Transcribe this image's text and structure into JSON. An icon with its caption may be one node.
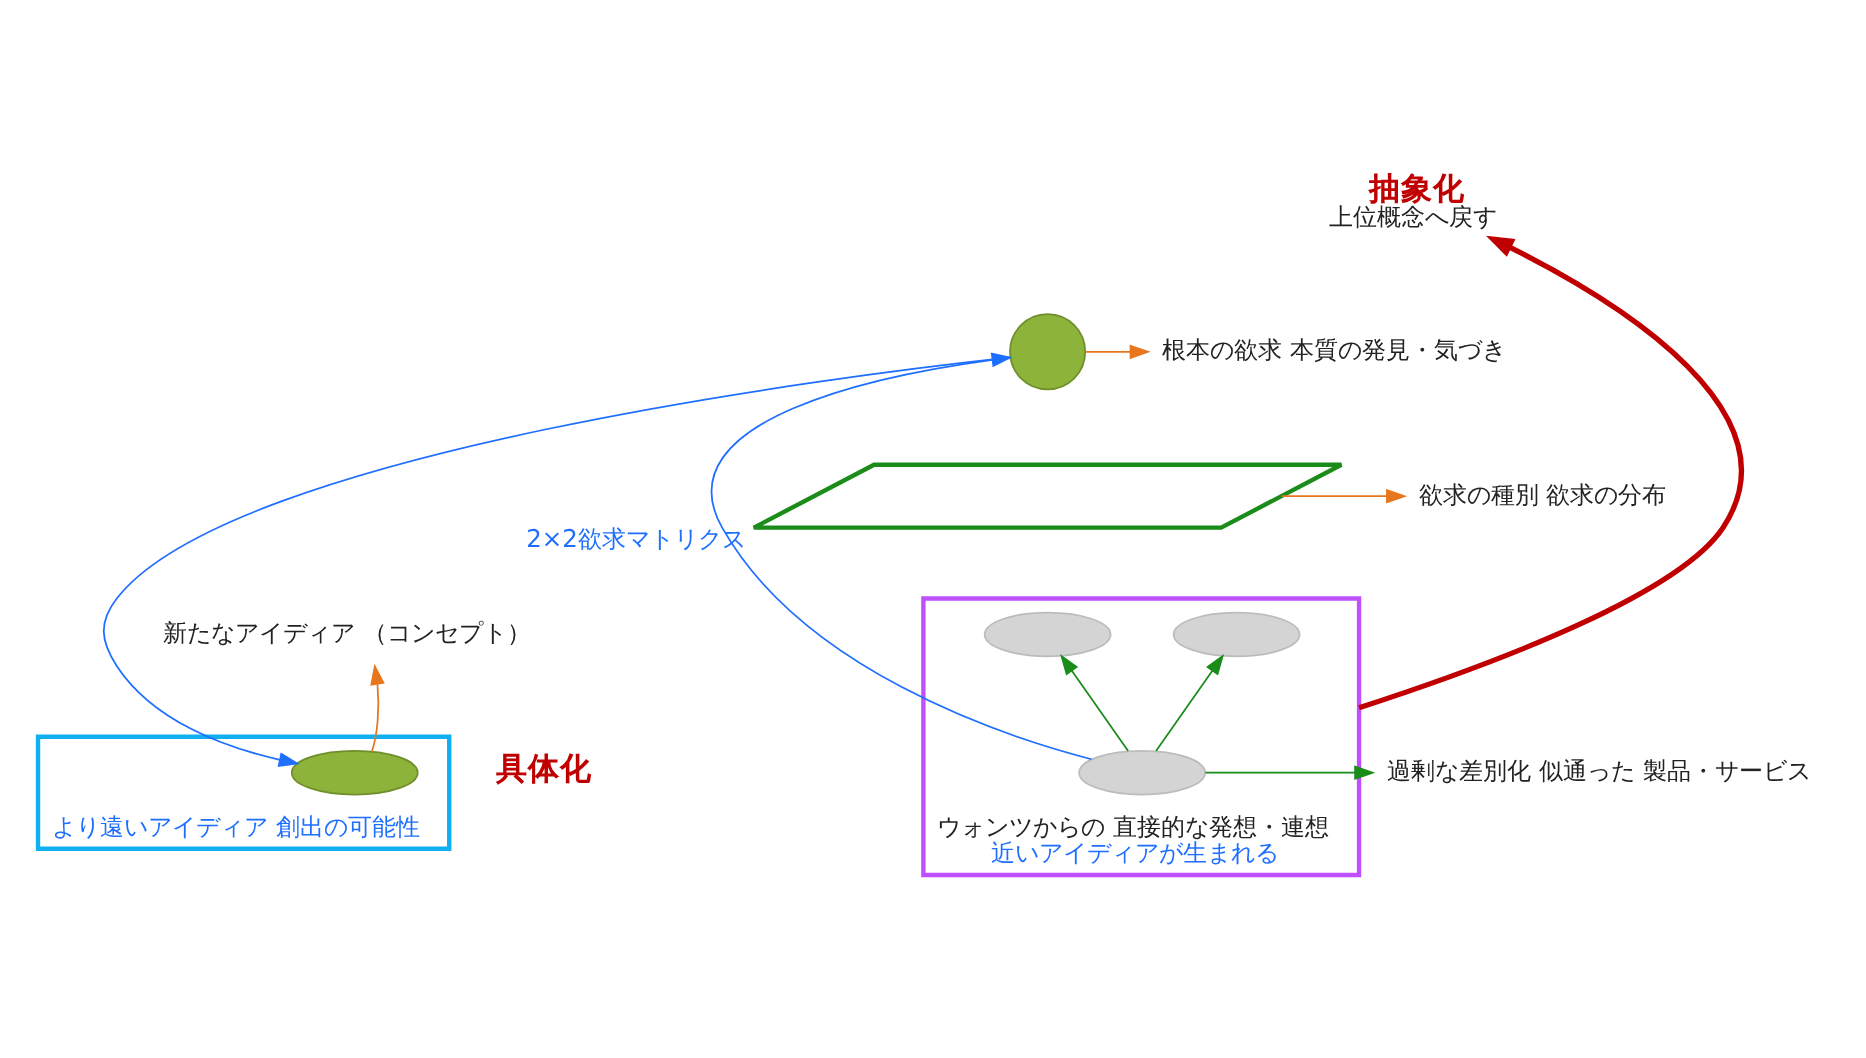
{
  "diagram": {
    "nodes": [
      {
        "text": [
          "抽象化",
          "上位概念へ戻す"
        ]
      },
      {
        "text": [],
        "shape": "circle"
      },
      {
        "text": [
          "根本の欲求 本質の発見・気づき"
        ]
      },
      {
        "text": [],
        "shape": "box",
        "beside": [
          "2×2欲求マトリクス"
        ]
      },
      {
        "text": [
          "欲求の種別 欲求の分布"
        ]
      },
      {
        "text": [],
        "shape": "box",
        "beside": [
          "ウォンツからの 直接的な発想・連想",
          "近いアイディアが生まれる"
        ]
      },
      {
        "text": [],
        "shape": "ellipse",
        "in": 5
      },
      {
        "text": [],
        "shape": "ellipse",
        "in": 5
      },
      {
        "text": [],
        "shape": "ellipse",
        "in": 5
      },
      {
        "text": [
          "過剰な差別化 似通った 製品・サービス"
        ]
      },
      {
        "text": [],
        "shape": "box",
        "beside": [
          "より遠いアイディア 創出の可能性"
        ]
      },
      {
        "text": [],
        "shape": "ellipse",
        "in": 10
      },
      {
        "text": [
          "新たなアイディア （コンセプト）"
        ]
      }
    ],
    "edges": [
      {
        "from": 5,
        "to": 0,
        "arrow": "to",
        "style": "thick",
        "color": "#c00000"
      },
      {
        "from": 6,
        "to": 1,
        "arrow": "to",
        "color": "#1f6fff"
      },
      {
        "from": 1,
        "to": 11,
        "arrow": "to",
        "color": "#1f6fff"
      },
      {
        "from": 1,
        "to": 2,
        "arrow": "to",
        "color": "#e8761c"
      },
      {
        "from": 3,
        "to": 4,
        "arrow": "to",
        "color": "#e8761c"
      },
      {
        "from": 11,
        "to": 12,
        "arrow": "to",
        "color": "#e8761c"
      },
      {
        "from": 6,
        "to": 9,
        "arrow": "to",
        "color": "#1a8c1a"
      },
      {
        "from": 6,
        "to": 7,
        "arrow": "to",
        "color": "#1a8c1a"
      },
      {
        "from": 6,
        "to": 8,
        "arrow": "to",
        "color": "#1a8c1a"
      }
    ],
    "labels": [
      "具体化"
    ]
  }
}
